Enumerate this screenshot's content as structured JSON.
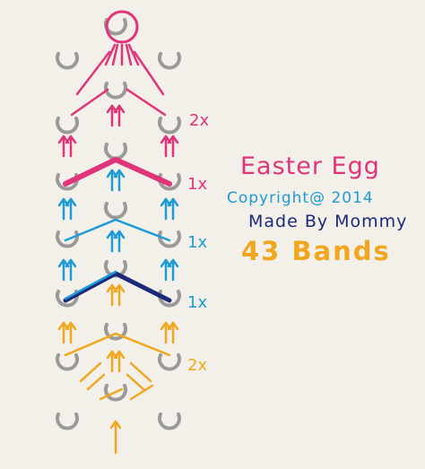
{
  "title": "Easter Egg",
  "copyright": "Copyright@ 2014",
  "author": "Made By Mommy",
  "band_count": "43 Bands",
  "repeat_labels": [
    "2x",
    "1x",
    "1x",
    "1x",
    "2x"
  ],
  "colors": {
    "background": "#f3f0ea",
    "peg": "#9a9a9a",
    "pink": "#e0337a",
    "blue": "#1c9bd6",
    "navy": "#1c2a7a",
    "orange": "#f2a61d"
  }
}
